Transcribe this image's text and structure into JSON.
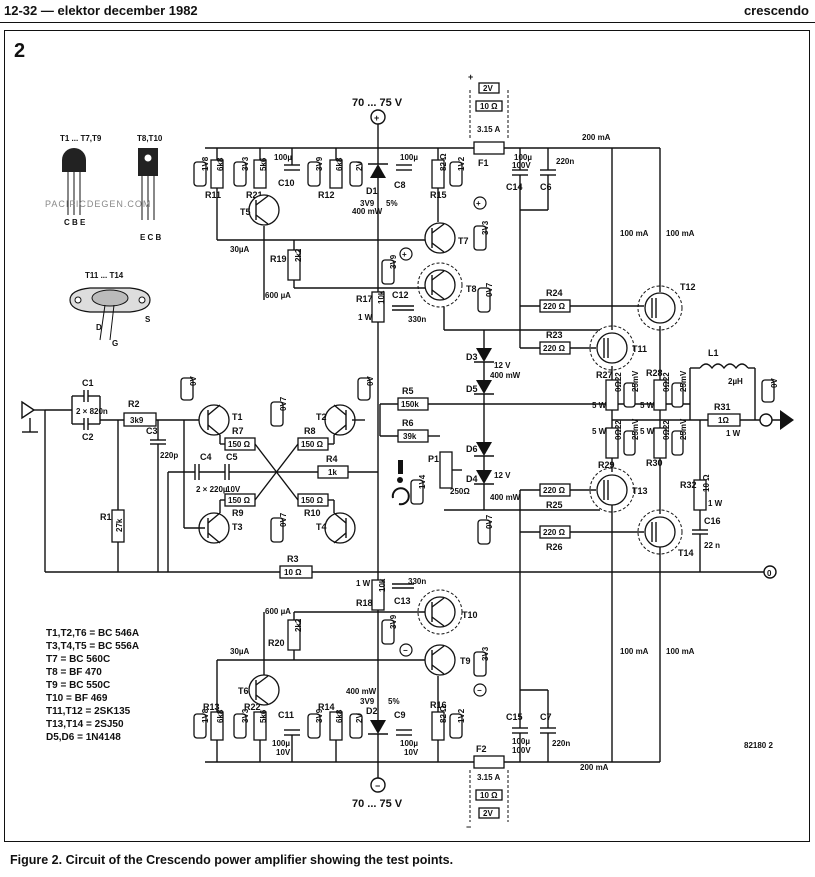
{
  "header": {
    "left": "12-32 — elektor december 1982",
    "right": "crescendo"
  },
  "figure_number": "2",
  "caption": "Figure 2. Circuit of the Crescendo power amplifier showing the test points.",
  "watermark": "PACIFICDEGEN.COM",
  "drawing_ref": "82180 2",
  "supply": {
    "positive": "70 ... 75 V",
    "negative": "70 ... 75 V"
  },
  "packages": {
    "to92": "T1 ... T7,T9",
    "to126": "T8,T10",
    "to3": "T11 ... T14",
    "to92_pins": "C B E",
    "to126_pins": "E C B",
    "to3_pins": [
      "D",
      "S",
      "G"
    ]
  },
  "parts_list": [
    "T1,T2,T6 = BC 546A",
    "T3,T4,T5 = BC 556A",
    "T7 = BC 560C",
    "T8 = BF 470",
    "T9 = BC 550C",
    "T10 = BF 469",
    "T11,T12 = 2SK135",
    "T13,T14 = 2SJ50",
    "D5,D6 = 1N4148"
  ],
  "fuses": {
    "f1": {
      "name": "F1",
      "rating": "3.15 A",
      "resistor": "10 Ω",
      "voltage": "2V"
    },
    "f2": {
      "name": "F2",
      "rating": "3.15 A",
      "resistor": "10 Ω",
      "voltage": "2V"
    }
  },
  "currents": {
    "rail_top": "200 mA",
    "rail_bottom": "200 mA",
    "fet": "100 mA",
    "t5": "30µA",
    "t6": "30µA",
    "r21": "600 µA",
    "r22": "600 µA"
  },
  "input_stage": {
    "c1": "C1",
    "c2": "C2",
    "c12val": "2 × 820n",
    "r2": "R2",
    "r2val": "3k9",
    "c3": "C3",
    "c3val": "220p",
    "r1": "R1",
    "r1val": "27k",
    "c4": "C4",
    "c5": "C5",
    "c45val": "2 × 220µ",
    "c45v": "10V",
    "r3": "R3",
    "r3val": "10 Ω"
  },
  "transistors": {
    "t1": "T1",
    "t2": "T2",
    "t3": "T3",
    "t4": "T4",
    "t5": "T5",
    "t6": "T6",
    "t7": "T7",
    "t8": "T8",
    "t9": "T9",
    "t10": "T10",
    "t11": "T11",
    "t12": "T12",
    "t13": "T13",
    "t14": "T14"
  },
  "resistors": {
    "r7": "R7",
    "r7val": "150 Ω",
    "r8": "R8",
    "r8val": "150 Ω",
    "r9": "R9",
    "r9val": "150 Ω",
    "r10": "R10",
    "r10val": "150 Ω",
    "r4": "R4",
    "r4val": "1k",
    "r5": "R5",
    "r5val": "150k",
    "r6": "R6",
    "r6val": "39k",
    "r11": "R11",
    "r11val": "6k8",
    "r12": "R12",
    "r12val": "6k8",
    "r13": "R13",
    "r13val": "6k8",
    "r14": "R14",
    "r14val": "6k8",
    "r15": "R15",
    "r15val": "82 Ω",
    "r16": "R16",
    "r16val": "82 Ω",
    "r17": "R17",
    "r17val": "10k",
    "r17w": "1 W",
    "r18": "R18",
    "r18val": "10k",
    "r18w": "1 W",
    "r19": "R19",
    "r19val": "2k2",
    "r20": "R20",
    "r20val": "2k2",
    "r21": "R21",
    "r21val": "5k6",
    "r22": "R22",
    "r22val": "5k6",
    "r23": "R23",
    "r23val": "220 Ω",
    "r24": "R24",
    "r24val": "220 Ω",
    "r25": "R25",
    "r25val": "220 Ω",
    "r26": "R26",
    "r26val": "220 Ω",
    "r27": "R27",
    "r28": "R28",
    "r29": "R29",
    "r30": "R30",
    "rsval": "0Ω22",
    "rsw": "5 W",
    "r31": "R31",
    "r31val": "1Ω",
    "r31w": "1 W",
    "r32": "R32",
    "r32val": "10 Ω",
    "r32w": "1 W"
  },
  "capacitors": {
    "c8": "C8",
    "c9": "C9",
    "c10": "C10",
    "c11": "C11",
    "c100u10v": "100µ",
    "c10v": "10V",
    "c12": "C12",
    "c12v": "330n",
    "c13": "C13",
    "c13v": "330n",
    "c14": "C14",
    "c15": "C15",
    "c100u": "100µ",
    "c100v": "100V",
    "c6": "C6",
    "c7": "C7",
    "c220n": "220n",
    "c16": "C16",
    "c16v": "22 n"
  },
  "diodes": {
    "d1": "D1",
    "d1val": "3V9",
    "d1w": "400 mW",
    "d1t": "5%",
    "d2": "D2",
    "d2val": "3V9",
    "d2w": "400 mW",
    "d2t": "5%",
    "d3": "D3",
    "d3val": "12 V",
    "d3w": "400 mW",
    "d4": "D4",
    "d4val": "12 V",
    "d4w": "400 mW",
    "d5": "D5",
    "d6": "D6"
  },
  "trim": {
    "p1": "P1",
    "p1val": "250Ω"
  },
  "output": {
    "l1": "L1",
    "l1val": "2µH"
  },
  "test_voltages": {
    "v1v8": "1V8",
    "v3v3": "3V3",
    "v3v9": "3V9",
    "v2v": "2V",
    "v1v2": "1V2",
    "v0v7": "0V7",
    "v0v": "0V",
    "v1v4": "1V4",
    "v25mv": "25mV"
  }
}
